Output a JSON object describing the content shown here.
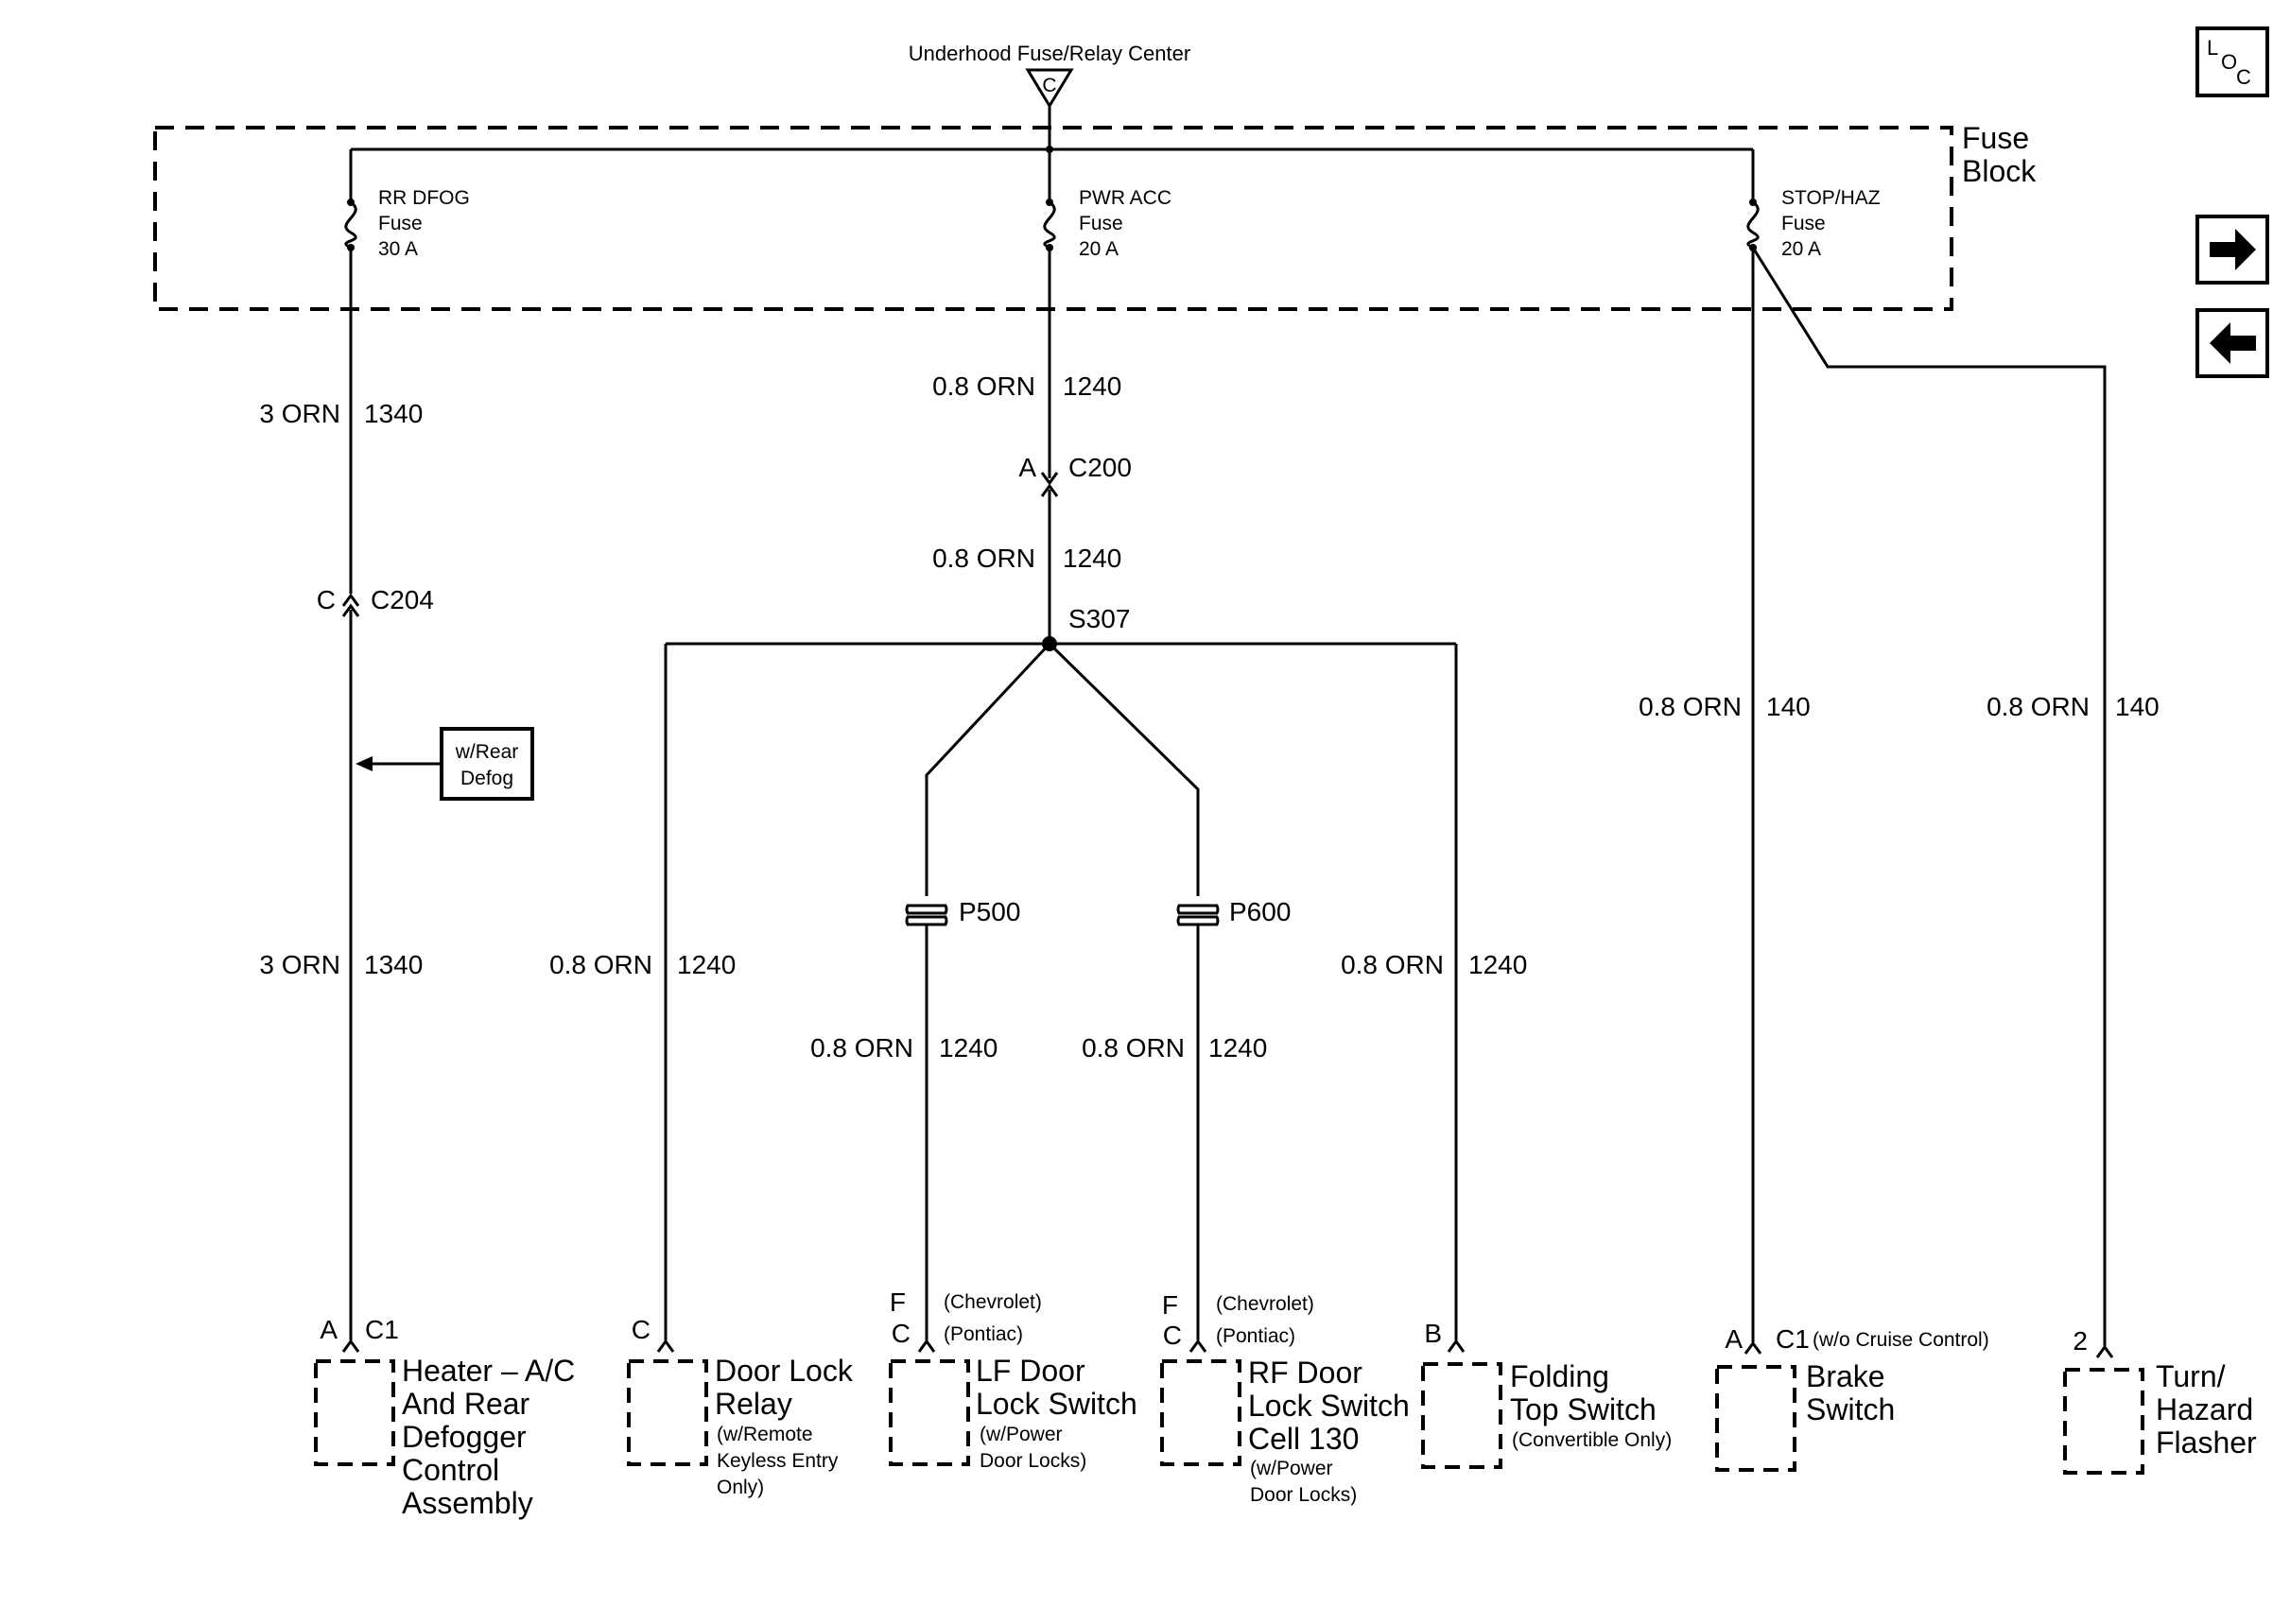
{
  "source": {
    "title": "Underhood Fuse/Relay Center",
    "pin": "C"
  },
  "fuse_block": {
    "line1": "Fuse",
    "line2": "Block"
  },
  "fuses": [
    {
      "name": "RR DFOG",
      "word": "Fuse",
      "rating": "30 A"
    },
    {
      "name": "PWR ACC",
      "word": "Fuse",
      "rating": "20 A"
    },
    {
      "name": "STOP/HAZ",
      "word": "Fuse",
      "rating": "20 A"
    }
  ],
  "wires": {
    "w1340_top": {
      "gauge": "3 ORN",
      "circuit": "1340"
    },
    "w1340_bot": {
      "gauge": "3 ORN",
      "circuit": "1340"
    },
    "w1240_top": {
      "gauge": "0.8 ORN",
      "circuit": "1240"
    },
    "w1240_mid": {
      "gauge": "0.8 ORN",
      "circuit": "1240"
    },
    "w1240_relay": {
      "gauge": "0.8 ORN",
      "circuit": "1240"
    },
    "w1240_lf": {
      "gauge": "0.8 ORN",
      "circuit": "1240"
    },
    "w1240_rf": {
      "gauge": "0.8 ORN",
      "circuit": "1240"
    },
    "w1240_fold": {
      "gauge": "0.8 ORN",
      "circuit": "1240"
    },
    "w140_brake": {
      "gauge": "0.8 ORN",
      "circuit": "140"
    },
    "w140_flasher": {
      "gauge": "0.8 ORN",
      "circuit": "140"
    }
  },
  "connectors": {
    "c204": {
      "pin": "C",
      "name": "C204"
    },
    "c200": {
      "pin": "A",
      "name": "C200"
    },
    "p500": {
      "name": "P500"
    },
    "p600": {
      "name": "P600"
    }
  },
  "splice": {
    "name": "S307"
  },
  "note_box": {
    "line1": "w/Rear",
    "line2": "Defog"
  },
  "components": {
    "heater": {
      "pin": "A",
      "conn": "C1",
      "lines": [
        "Heater – A/C",
        "And Rear",
        "Defogger",
        "Control",
        "Assembly"
      ]
    },
    "door_lock_relay": {
      "pin": "C",
      "lines": [
        "Door Lock",
        "Relay"
      ],
      "notes": [
        "(w/Remote",
        "Keyless Entry",
        "Only)"
      ]
    },
    "lf_door": {
      "pin1": "F",
      "note1": "(Chevrolet)",
      "pin2": "C",
      "note2": "(Pontiac)",
      "lines": [
        "LF Door",
        "Lock Switch"
      ],
      "notes": [
        "(w/Power",
        "Door Locks)"
      ]
    },
    "rf_door": {
      "pin1": "F",
      "note1": "(Chevrolet)",
      "pin2": "C",
      "note2": "(Pontiac)",
      "lines": [
        "RF Door",
        "Lock Switch",
        "Cell 130"
      ],
      "notes": [
        "(w/Power",
        "Door Locks)"
      ]
    },
    "folding_top": {
      "pin": "B",
      "lines": [
        "Folding",
        "Top Switch"
      ],
      "notes": [
        "(Convertible Only)"
      ]
    },
    "brake_switch": {
      "pin": "A",
      "conn": "C1",
      "conn_note": "(w/o Cruise Control)",
      "lines": [
        "Brake",
        "Switch"
      ]
    },
    "turn_flasher": {
      "pin": "2",
      "lines": [
        "Turn/",
        "Hazard",
        "Flasher"
      ]
    }
  },
  "nav": {
    "loc": {
      "l": "L",
      "o": "O",
      "c": "C"
    },
    "forward_icon": "right-arrow-icon",
    "back_icon": "left-arrow-icon"
  }
}
